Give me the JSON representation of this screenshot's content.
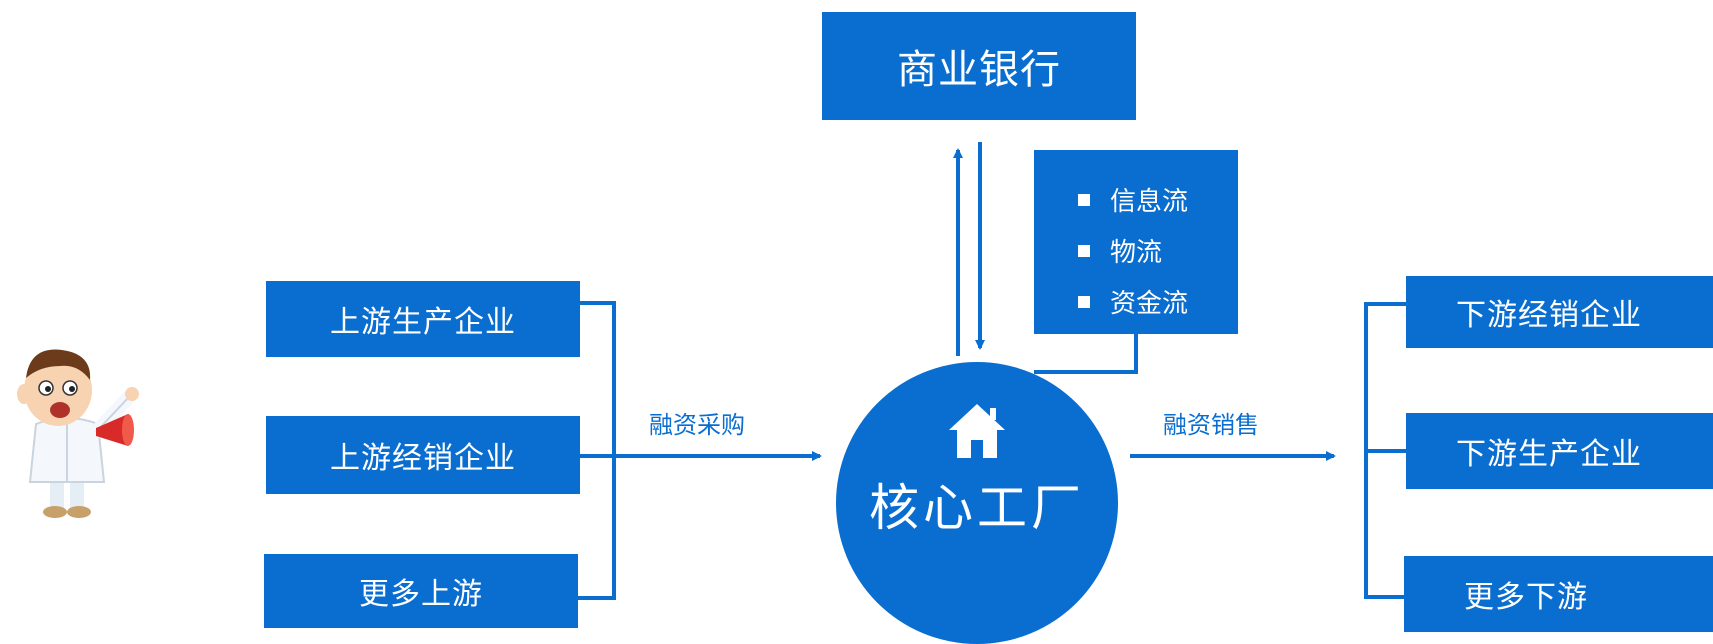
{
  "bank": {
    "label": "商业银行"
  },
  "flows": {
    "items": [
      "信息流",
      "物流",
      "资金流"
    ]
  },
  "upstream": {
    "items": [
      "上游生产企业",
      "上游经销企业",
      "更多上游"
    ]
  },
  "core": {
    "label": "核心工厂",
    "icon": "house-icon"
  },
  "downstream": {
    "items": [
      "下游经销企业",
      "下游生产企业",
      "更多下游"
    ]
  },
  "edges": {
    "left_label": "融资采购",
    "right_label": "融资销售"
  },
  "colors": {
    "primary": "#0a6ed1",
    "background": "#ffffff"
  }
}
